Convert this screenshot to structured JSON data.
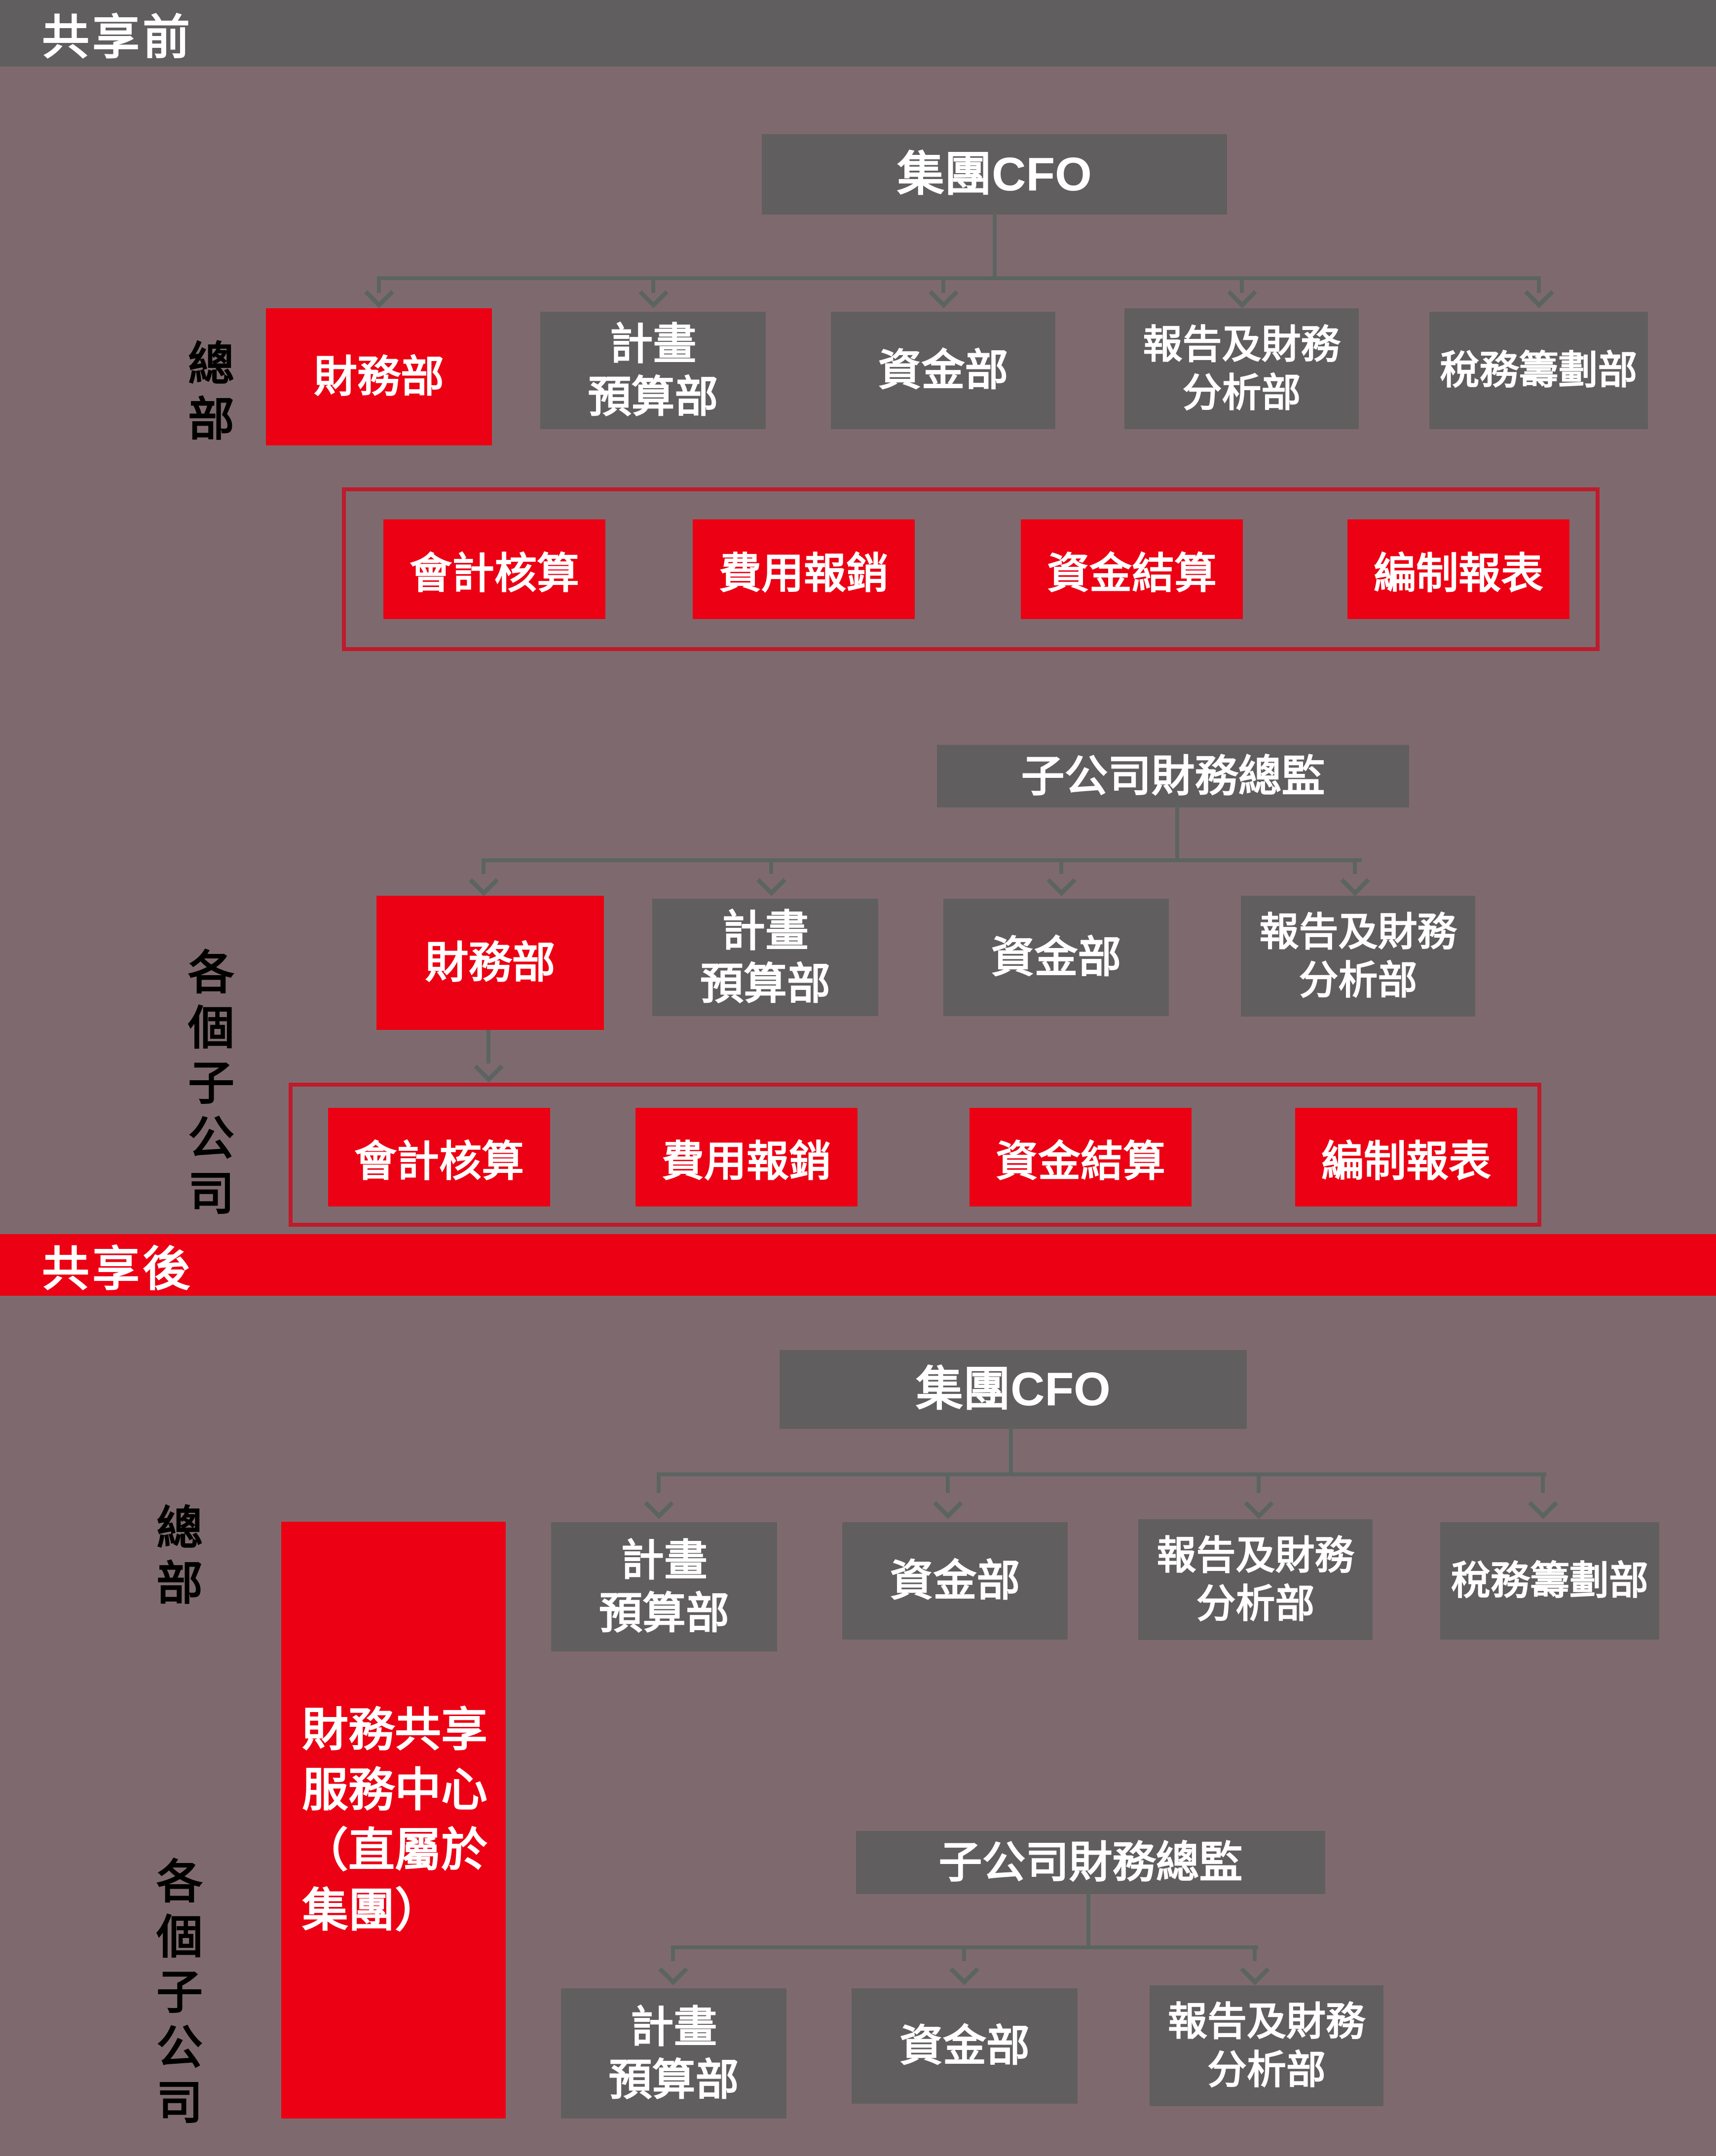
{
  "colors": {
    "background": "#7E6A6E",
    "box_gray": "#615E5F",
    "box_red": "#EC0013",
    "outline_red": "#BE1B2C",
    "connector_gray": "#5C6462",
    "side_label_black": "#000000",
    "text_white": "#FFFFFF"
  },
  "before": {
    "banner": "共享前",
    "hq": {
      "side_label": "總部",
      "root": "集團CFO",
      "departments": [
        {
          "label": "財務部",
          "highlight": true
        },
        {
          "label": "計畫\n預算部",
          "highlight": false
        },
        {
          "label": "資金部",
          "highlight": false
        },
        {
          "label": "報告及財務\n分析部",
          "highlight": false
        },
        {
          "label": "稅務籌劃部",
          "highlight": false
        }
      ],
      "finance_tasks": [
        "會計核算",
        "費用報銷",
        "資金結算",
        "編制報表"
      ]
    },
    "subsidiaries": {
      "side_label": "各個子公司",
      "root": "子公司財務總監",
      "departments": [
        {
          "label": "財務部",
          "highlight": true
        },
        {
          "label": "計畫\n預算部",
          "highlight": false
        },
        {
          "label": "資金部",
          "highlight": false
        },
        {
          "label": "報告及財務\n分析部",
          "highlight": false
        }
      ],
      "finance_tasks": [
        "會計核算",
        "費用報銷",
        "資金結算",
        "編制報表"
      ]
    }
  },
  "after": {
    "banner": "共享後",
    "shared_center": "財務共享\n服務中心\n（直屬於\n集團）",
    "hq": {
      "side_label": "總部",
      "root": "集團CFO",
      "departments": [
        {
          "label": "計畫\n預算部",
          "highlight": false
        },
        {
          "label": "資金部",
          "highlight": false
        },
        {
          "label": "報告及財務\n分析部",
          "highlight": false
        },
        {
          "label": "稅務籌劃部",
          "highlight": false
        }
      ]
    },
    "subsidiaries": {
      "side_label": "各個子公司",
      "root": "子公司財務總監",
      "departments": [
        {
          "label": "計畫\n預算部",
          "highlight": false
        },
        {
          "label": "資金部",
          "highlight": false
        },
        {
          "label": "報告及財務\n分析部",
          "highlight": false
        }
      ]
    }
  }
}
